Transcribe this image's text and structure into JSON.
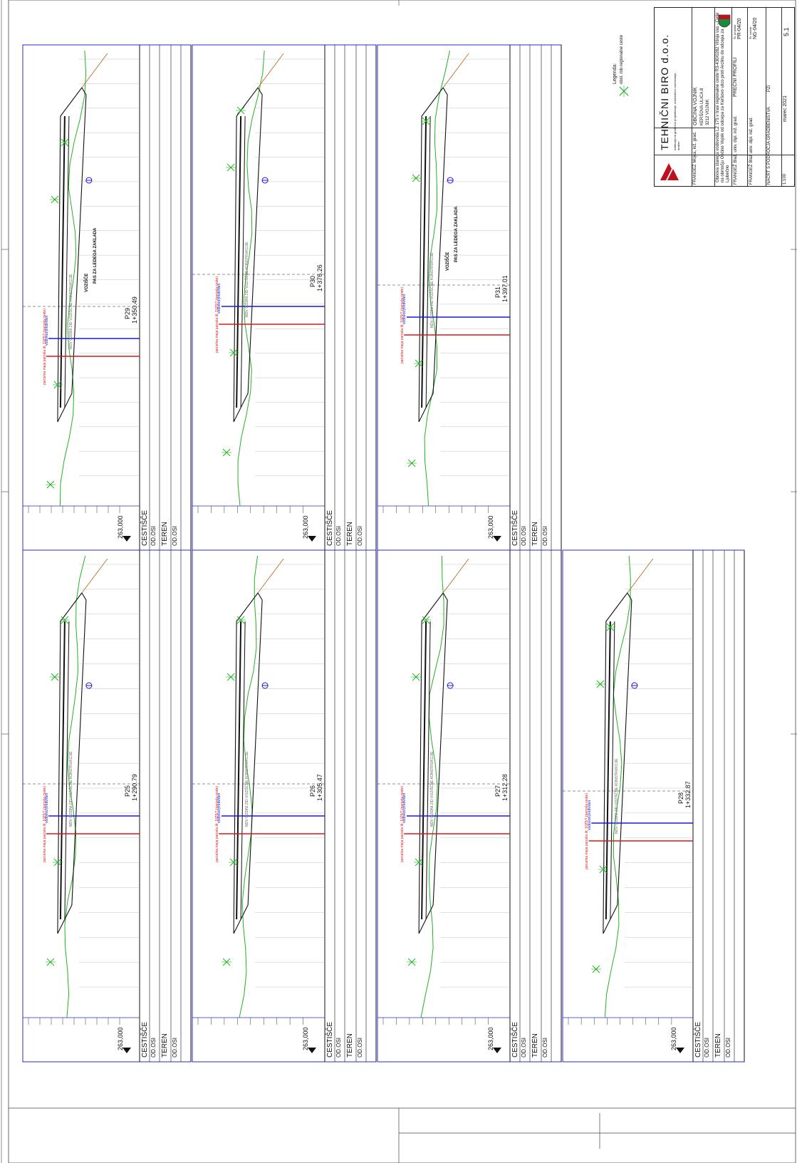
{
  "title_block": {
    "company": "TEHNIČNI BIRO d.o.o.",
    "company_note": "Inštitucija za gradbeno projektiranje, urbanistično načrtovanje, analize",
    "project_no_label": "Št. projekta",
    "project_no": "PR-04/20",
    "internal_no_label": "Št. načrta",
    "internal_no": "NG-04/20",
    "client": "OBČINA VOJNIK",
    "client_address_1": "KERŠOVA ULICA 8",
    "client_address_2": "3212 VOJNIK",
    "project_desc": "Obnova starega vodovoda LZ 175 v trasi regionalne ceste R3-430/0282 Višnja vas - Celje na območju Občine Vojnik od odcepa za Keršovo ulico proti Arclinu do odcepa za Ljubečno",
    "designer_1": "FRANGEŽ Mojca, inž. grad.",
    "designer_2": "FRANGEŽ Blaž, univ. dipl. inž. grad.",
    "designer_3": "FRANGEŽ Blaž univ. dipl. inž. grad.",
    "drawing_title": "PREČNI PROFILI",
    "part": "NAČRT S PODROČJA GRADBENIŠTVA",
    "scale": "1:100",
    "date": "marec 2021",
    "phase": "PZI",
    "sheet": "5.1"
  },
  "legend": {
    "title": "Legenda:",
    "items": [
      {
        "symbol": "x-marker",
        "label": "obst. rob regionalne ceste"
      }
    ]
  },
  "row_labels": {
    "datum": "263,000",
    "road": "CESTIŠČE",
    "terrain": "TEREN",
    "offset": "OD.OSI"
  },
  "annotations": {
    "wall": "NOV OZIDNI ZID VOZIŠČNE KONSTRUKCIJE",
    "lane": "VOZIŠČE",
    "strip": "PAS ZA LEDEGA ZAKLADA",
    "parcel_red": "parcelna meja parcela št. 1025/7 (parcela ceste)",
    "pipe_blue": "vodovod predviden"
  },
  "profiles": [
    {
      "id": "P25",
      "station": "1+290.79"
    },
    {
      "id": "P26",
      "station": "1+305.47"
    },
    {
      "id": "P27",
      "station": "1+312.28"
    },
    {
      "id": "P28",
      "station": "1+332.87"
    },
    {
      "id": "P29",
      "station": "1+350.49"
    },
    {
      "id": "P30",
      "station": "1+376.26"
    },
    {
      "id": "P31",
      "station": "1+397.01"
    }
  ],
  "colors": {
    "terrain": "#22b222",
    "frame": "#2a2ad0",
    "parcel": "#d81818",
    "pipe": "#1a1ad8",
    "road": "#111111",
    "slope": "#b86e2a"
  }
}
